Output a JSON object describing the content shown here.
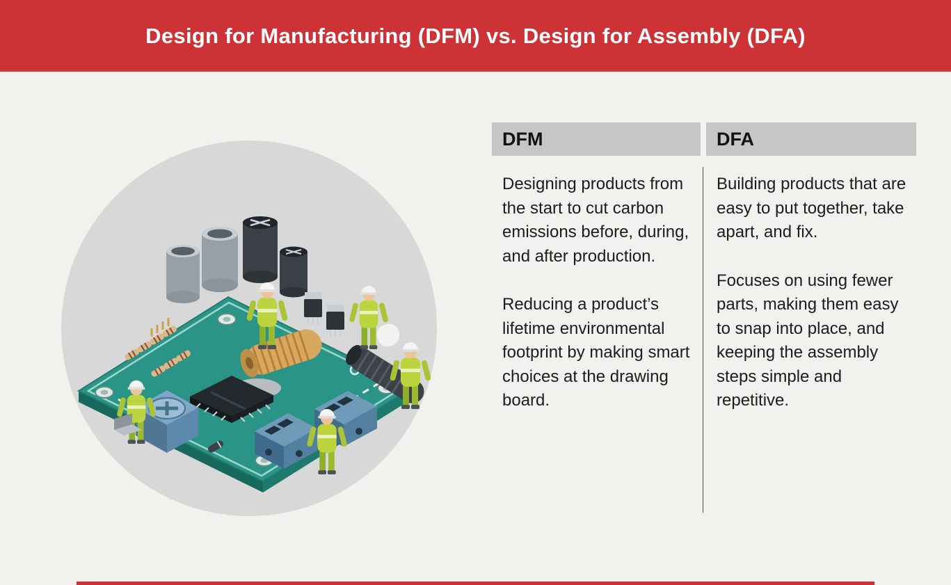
{
  "colors": {
    "accent_red": "#cd3237",
    "column_header_gray": "#c6c6c6",
    "circle_gray": "#d8d8d8",
    "pcb_teal": "#2a9486",
    "worker_green": "#bcd43d"
  },
  "header": {
    "title": "Design for Manufacturing (DFM) vs. Design for Assembly (DFA)"
  },
  "comparison": {
    "columns": [
      {
        "label": "DFM",
        "paragraphs": [
          "Designing products from the start to cut carbon emissions before, during, and after production.",
          "Reducing a product’s lifetime environmental footprint by making smart choices at the drawing board."
        ]
      },
      {
        "label": "DFA",
        "paragraphs": [
          "Building products that are easy to put together, take apart, and fix.",
          "Focuses on using fewer parts, making them easy to snap into place, and keeping the assembly steps simple and repetitive."
        ]
      }
    ]
  },
  "illustration": {
    "description": "Isometric illustration of workers in green safety uniforms and white hard hats assembling components on a teal printed circuit board, inside a gray circle"
  }
}
